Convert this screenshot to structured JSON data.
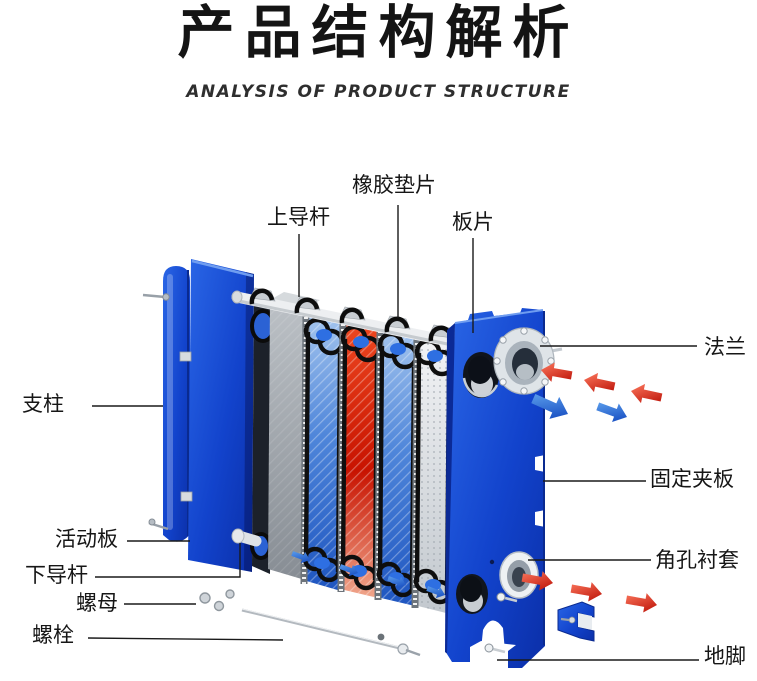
{
  "header": {
    "title": "产品结构解析",
    "subtitle": "ANALYSIS OF PRODUCT STRUCTURE"
  },
  "diagram": {
    "type": "exploded-structure-diagram",
    "labels": {
      "upper_guide_rod": "上导杆",
      "rubber_gasket": "橡胶垫片",
      "plate": "板片",
      "support_column": "支柱",
      "movable_plate": "活动板",
      "lower_guide_rod": "下导杆",
      "nut": "螺母",
      "bolt": "螺栓",
      "flange": "法兰",
      "fixed_clamp_plate": "固定夹板",
      "corner_hole_bushing": "角孔衬套",
      "foot": "地脚"
    },
    "colors": {
      "frame_blue": "#1547cd",
      "plate_blue": "#2e66cc",
      "plate_red": "#d92008",
      "hot_flow_arrow": "#d8150a",
      "cold_flow_arrow": "#0d4ec9",
      "gasket_black": "#101010",
      "metal_gray": "#cdd2d7",
      "text_black": "#161616"
    }
  }
}
